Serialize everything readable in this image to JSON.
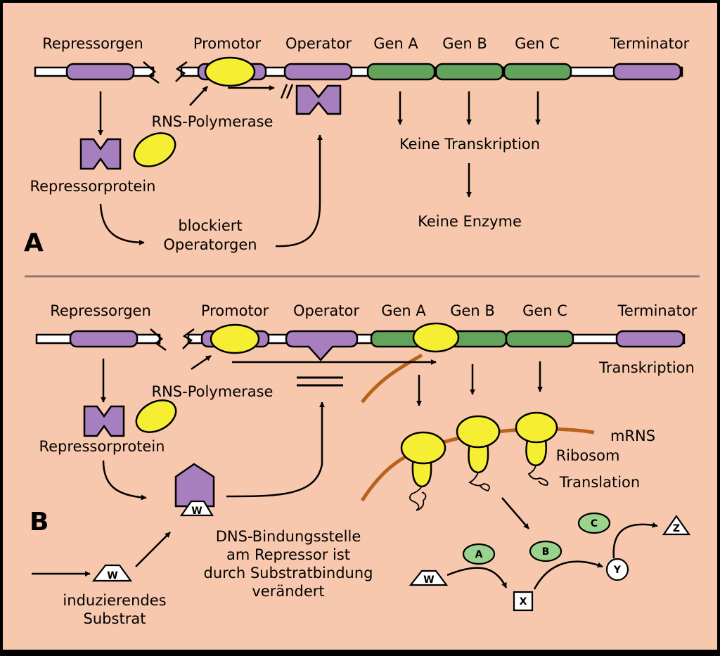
{
  "colors": {
    "background": "#f8c8ae",
    "border": "#000000",
    "divider": "#8a7a74",
    "purple": "#a77ebe",
    "green": "#63a35b",
    "light_green": "#9ad38d",
    "yellow": "#f5ee33",
    "mrna": "#b8621b",
    "dna_strand": "#ffffff"
  },
  "panel_a": {
    "letter": "A",
    "labels": {
      "repressorgen": "Repressorgen",
      "promotor": "Promotor",
      "operator": "Operator",
      "gen_a": "Gen A",
      "gen_b": "Gen B",
      "gen_c": "Gen C",
      "terminator": "Terminator",
      "rns_polymerase": "RNS-Polymerase",
      "repressorprotein": "Repressorprotein",
      "blockiert_line1": "blockiert",
      "blockiert_line2": "Operatorgen",
      "keine_transkription": "Keine Transkription",
      "keine_enzyme": "Keine Enzyme"
    }
  },
  "panel_b": {
    "letter": "B",
    "labels": {
      "repressorgen": "Repressorgen",
      "promotor": "Promotor",
      "operator": "Operator",
      "gen_a": "Gen A",
      "gen_b": "Gen B",
      "gen_c": "Gen C",
      "terminator": "Terminator",
      "transkription": "Transkription",
      "rns_polymerase": "RNS-Polymerase",
      "repressorprotein": "Repressorprotein",
      "mrns": "mRNS",
      "ribosom": "Ribosom",
      "translation": "Translation",
      "dns_line1": "DNS-Bindungsstelle",
      "dns_line2": "am Repressor ist",
      "dns_line3": "durch Substratbindung",
      "dns_line4": "verändert",
      "induzierendes_line1": "induzierendes",
      "induzierendes_line2": "Substrat"
    },
    "pathway": {
      "substrate": "W",
      "enzyme_a": "A",
      "enzyme_b": "B",
      "enzyme_c": "C",
      "product_x": "X",
      "product_y": "Y",
      "product_z": "Z"
    }
  }
}
